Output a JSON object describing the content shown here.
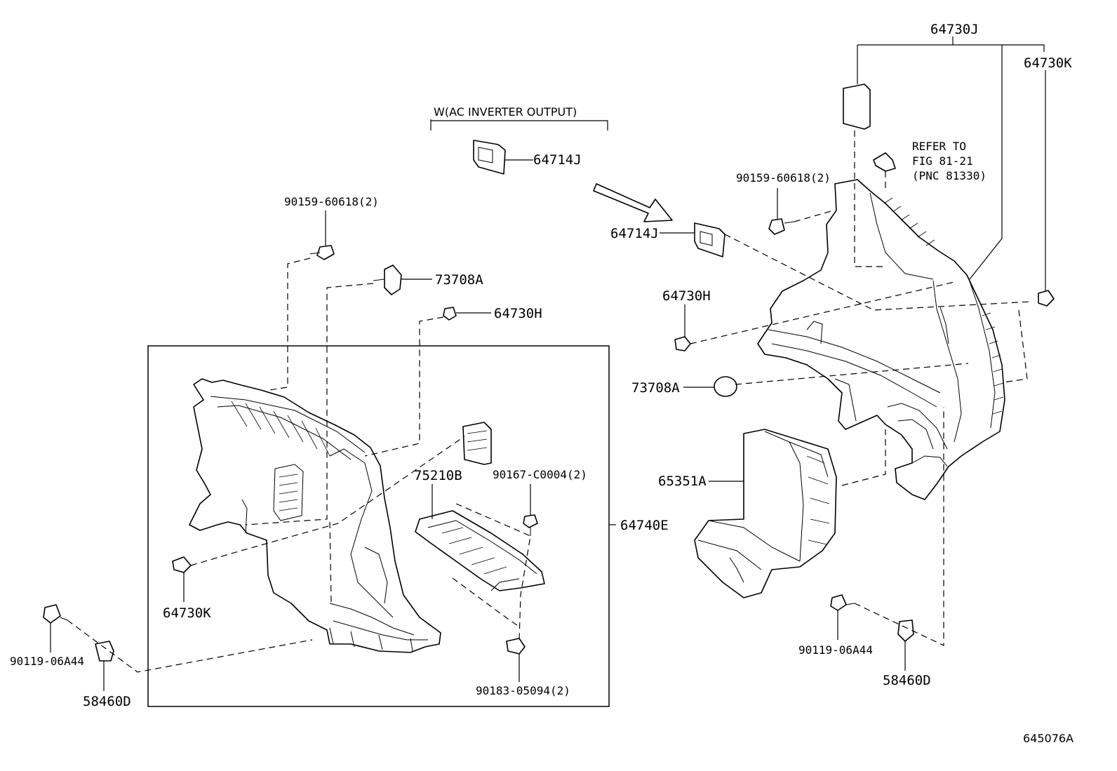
{
  "diagram_id": "645076A",
  "note": {
    "variant": "W(AC INVERTER OUTPUT)",
    "refer_line1": "REFER TO",
    "refer_line2": "FIG 81-21",
    "refer_line3": "(PNC 81330)"
  },
  "labels": {
    "p64730J": "64730J",
    "p64730K_r": "64730K",
    "p64714J_top": "64714J",
    "p64714J_mid": "64714J",
    "p90159_r": "90159-60618(2)",
    "p90159_l": "90159-60618(2)",
    "p73708A_l": "73708A",
    "p73708A_r": "73708A",
    "p64730H_l": "64730H",
    "p64730H_r": "64730H",
    "p75210B": "75210B",
    "p90167": "90167-C0004(2)",
    "p64740E": "64740E",
    "p65351A": "65351A",
    "p64730K_l": "64730K",
    "p90119_l": "90119-06A44",
    "p90119_r": "90119-06A44",
    "p58460D_l": "58460D",
    "p58460D_r": "58460D",
    "p90183": "90183-05094(2)"
  }
}
